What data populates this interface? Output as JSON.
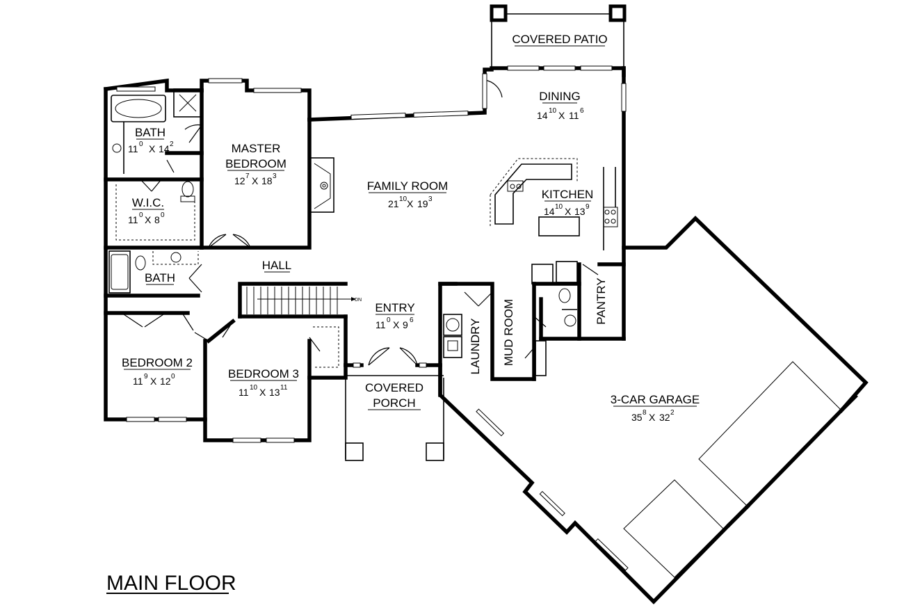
{
  "plan_title": "MAIN FLOOR",
  "rooms": {
    "covered_patio": {
      "name": "COVERED PATIO"
    },
    "dining": {
      "name": "DINING",
      "w_ft": "14",
      "w_in": "10",
      "l_ft": "11",
      "l_in": "6"
    },
    "bath_master": {
      "name": "BATH",
      "w_ft": "11",
      "w_in": "0",
      "l_ft": "14",
      "l_in": "2"
    },
    "master_bedroom": {
      "name_line1": "MASTER",
      "name_line2": "BEDROOM",
      "w_ft": "12",
      "w_in": "7",
      "l_ft": "18",
      "l_in": "3"
    },
    "family_room": {
      "name": "FAMILY ROOM",
      "w_ft": "21",
      "w_in": "10",
      "l_ft": "19",
      "l_in": "3"
    },
    "kitchen": {
      "name": "KITCHEN",
      "w_ft": "14",
      "w_in": "10",
      "l_ft": "13",
      "l_in": "9"
    },
    "wic": {
      "name": "W.I.C.",
      "w_ft": "11",
      "w_in": "0",
      "l_ft": "8",
      "l_in": "0"
    },
    "hall": {
      "name": "HALL"
    },
    "bath_hall": {
      "name": "BATH"
    },
    "entry": {
      "name": "ENTRY",
      "w_ft": "11",
      "w_in": "0",
      "l_ft": "9",
      "l_in": "6"
    },
    "stair_note": "DN",
    "laundry": {
      "name": "LAUNDRY"
    },
    "mud_room": {
      "name": "MUD ROOM"
    },
    "pantry": {
      "name": "PANTRY"
    },
    "bedroom2": {
      "name": "BEDROOM 2",
      "w_ft": "11",
      "w_in": "9",
      "l_ft": "12",
      "l_in": "0"
    },
    "bedroom3": {
      "name": "BEDROOM 3",
      "w_ft": "11",
      "w_in": "10",
      "l_ft": "13",
      "l_in": "11"
    },
    "covered_porch": {
      "name_line1": "COVERED",
      "name_line2": "PORCH"
    },
    "garage": {
      "name": "3-CAR GARAGE",
      "w_ft": "35",
      "w_in": "8",
      "l_ft": "32",
      "l_in": "2"
    }
  },
  "dimension_separator": "X"
}
